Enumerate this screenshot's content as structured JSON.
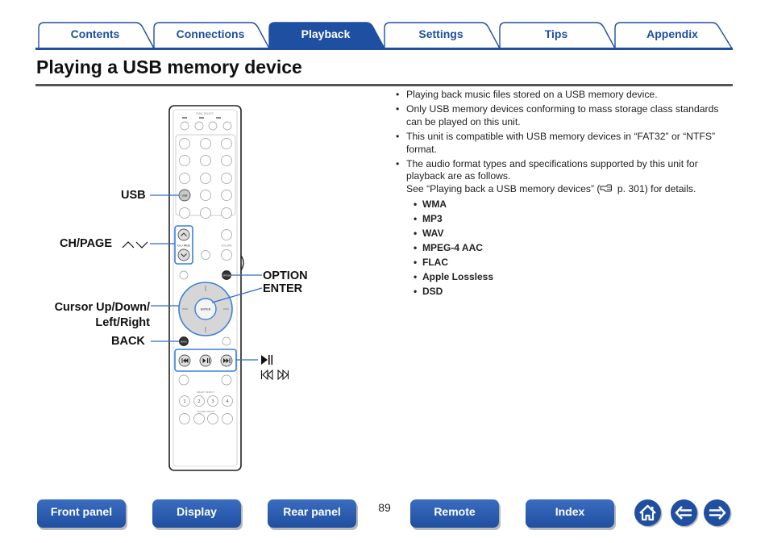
{
  "tabs": [
    {
      "label": "Contents",
      "active": false
    },
    {
      "label": "Connections",
      "active": false
    },
    {
      "label": "Playback",
      "active": true
    },
    {
      "label": "Settings",
      "active": false
    },
    {
      "label": "Tips",
      "active": false
    },
    {
      "label": "Appendix",
      "active": false
    }
  ],
  "page_title": "Playing a USB memory device",
  "remote": {
    "callouts": {
      "usb": "USB",
      "ch_page": "CH/PAGE",
      "option": "OPTION",
      "enter": "ENTER",
      "cursor_line1": "Cursor Up/Down/",
      "cursor_line2": "Left/Right",
      "back": "BACK"
    },
    "button_labels": {
      "sync_select": "SYNC SELECT",
      "usb": "USB",
      "ch_page": "CH / PAGE",
      "option": "OPTION",
      "enter": "ENTER",
      "back": "BACK",
      "smart_select": "SMART SELECT",
      "sound_mode": "SOUND MODE",
      "quick_select_1": "1",
      "quick_select_2": "2",
      "quick_select_3": "3",
      "quick_select_4": "4"
    }
  },
  "content": {
    "bullets": [
      "Playing back music files stored on a USB memory device.",
      "Only USB memory devices conforming to mass storage class standards can be played on this unit.",
      "This unit is compatible with USB memory devices in “FAT32” or “NTFS” format.",
      "The audio format types and specifications supported by this unit for playback are as follows."
    ],
    "see_prefix": "See “Playing back a USB memory devices” (",
    "see_suffix": " p. 301) for details.",
    "formats": [
      "WMA",
      "MP3",
      "WAV",
      "MPEG-4 AAC",
      "FLAC",
      "Apple Lossless",
      "DSD"
    ]
  },
  "bottom_nav": {
    "front_panel": "Front panel",
    "display": "Display",
    "rear_panel": "Rear panel",
    "page_number": "89",
    "remote": "Remote",
    "index": "Index"
  },
  "colors": {
    "brand_blue": "#1f4fa0",
    "callout_blue": "#2e6ec8",
    "highlight_blue": "#3d7fd9"
  },
  "icons": [
    "home-icon",
    "back-arrow-icon",
    "forward-arrow-icon",
    "play-pause-icon",
    "skip-icon",
    "reference-hand-icon"
  ]
}
